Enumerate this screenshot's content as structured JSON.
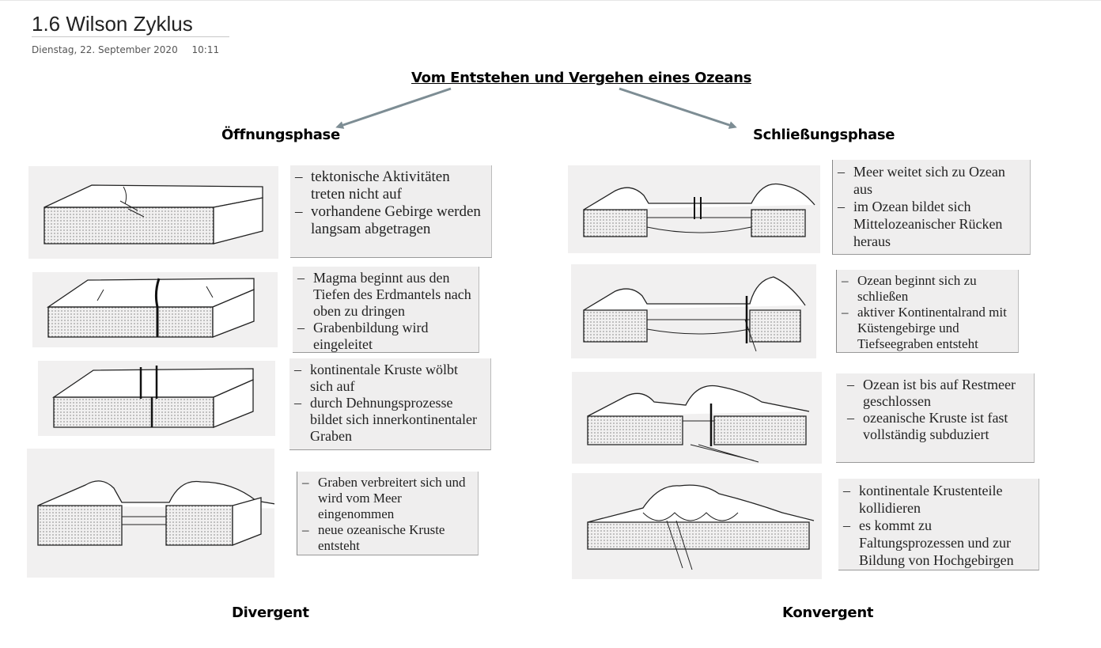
{
  "page": {
    "title": "1.6 Wilson Zyklus",
    "date": "Dienstag, 22. September 2020",
    "time": "10:11"
  },
  "heading": "Vom Entstehen und Vergehen eines Ozeans",
  "phases": {
    "opening": "Öffnungsphase",
    "closing": "Schließungsphase"
  },
  "opening_steps": [
    {
      "lines": [
        "tektonische Aktivitäten treten nicht auf",
        "vorhandene Gebirge werden langsam abgetragen"
      ]
    },
    {
      "lines": [
        "Magma beginnt aus den Tiefen des Erdmantels nach oben zu dringen",
        "Grabenbildung wird eingeleitet"
      ]
    },
    {
      "lines": [
        "kontinentale Kruste wölbt sich auf",
        "durch Dehnungsprozesse bildet sich innerkontinentaler Graben"
      ]
    },
    {
      "lines": [
        "Graben verbreitert sich und wird vom Meer eingenommen",
        "neue ozeanische Kruste entsteht"
      ]
    }
  ],
  "closing_steps": [
    {
      "lines": [
        "Meer weitet sich zu Ozean aus",
        "im Ozean bildet sich Mittelozeanischer Rücken heraus"
      ]
    },
    {
      "lines": [
        "Ozean beginnt sich zu schließen",
        "aktiver Kontinentalrand mit Küstengebirge und Tiefseegraben entsteht"
      ]
    },
    {
      "lines": [
        "Ozean ist bis auf Restmeer geschlossen",
        "ozeanische Kruste ist fast vollständig subduziert"
      ]
    },
    {
      "lines": [
        "kontinentale Krustenteile kollidieren",
        "es kommt zu Faltungsprozessen und zur Bildung von Hochgebirgen"
      ]
    }
  ],
  "labels": {
    "divergent": "Divergent",
    "convergent": "Konvergent"
  },
  "colors": {
    "arrow": "#7d8d94",
    "box_background": "#efeeee"
  }
}
